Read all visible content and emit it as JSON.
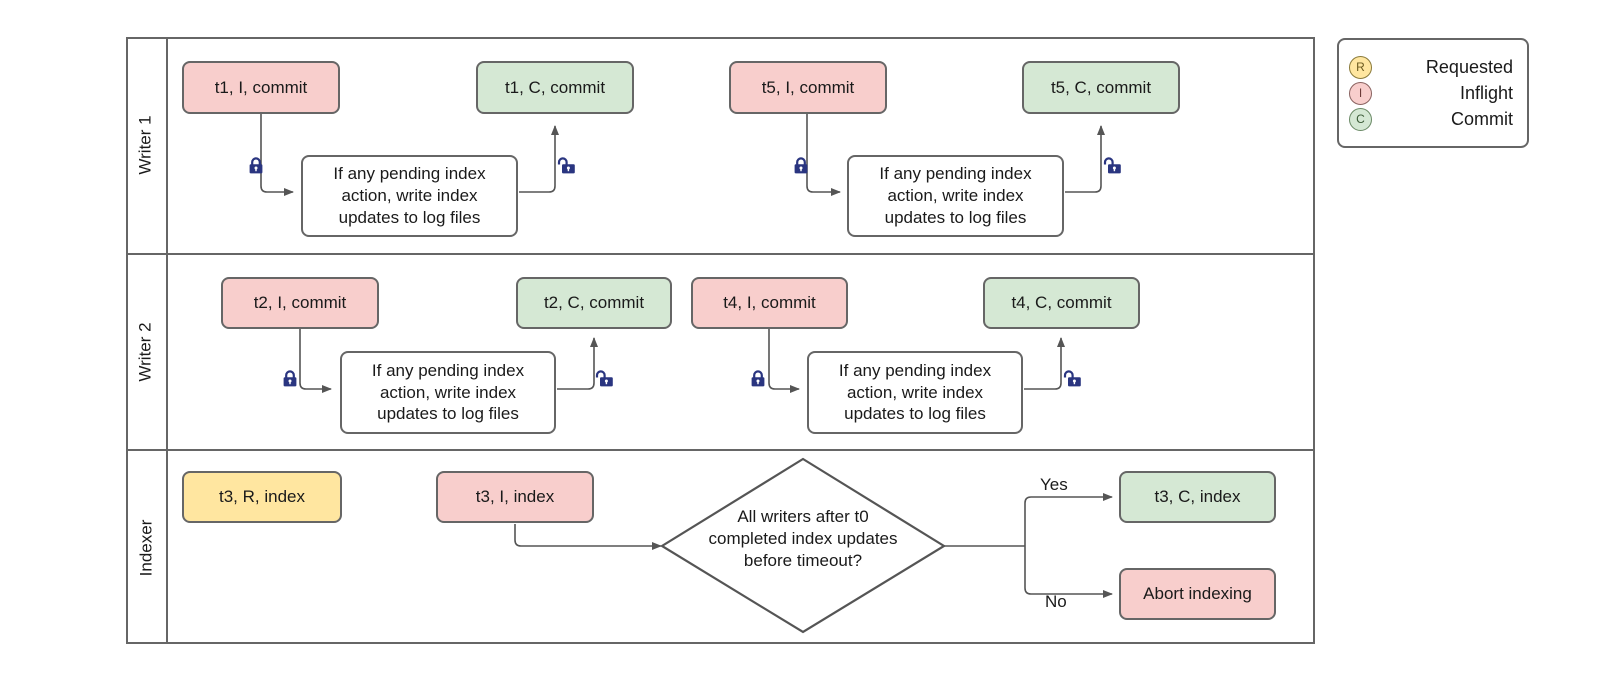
{
  "diagram": {
    "title": "Writer / Indexer concurrency swimlane",
    "colors": {
      "pink": "#f8cecc",
      "green": "#d5e8d4",
      "yellow": "#ffe6a0",
      "stroke": "#666666",
      "lock": "#2a3580",
      "text": "#1a1a1a"
    },
    "lanes": [
      {
        "id": "writer1",
        "label": "Writer 1"
      },
      {
        "id": "writer2",
        "label": "Writer 2"
      },
      {
        "id": "indexer",
        "label": "Indexer"
      }
    ],
    "writer1": {
      "t1_inflight": "t1, I, commit",
      "t1_commit": "t1, C, commit",
      "t1_process": "If any pending index action, write index updates to log files",
      "t5_inflight": "t5, I, commit",
      "t5_commit": "t5, C, commit",
      "t5_process": "If any pending index action, write index updates to log files",
      "lock_closed_1": "lock-closed-icon",
      "lock_open_1": "lock-open-icon",
      "lock_closed_2": "lock-closed-icon",
      "lock_open_2": "lock-open-icon"
    },
    "writer2": {
      "t2_inflight": "t2, I, commit",
      "t2_commit": "t2, C, commit",
      "t2_process": "If any pending index action, write index updates to log files",
      "t4_inflight": "t4, I, commit",
      "t4_commit": "t4, C, commit",
      "t4_process": "If any pending index action, write index updates to log files",
      "lock_closed_1": "lock-closed-icon",
      "lock_open_1": "lock-open-icon",
      "lock_closed_2": "lock-closed-icon",
      "lock_open_2": "lock-open-icon"
    },
    "indexer": {
      "t3_requested": "t3, R, index",
      "t3_inflight": "t3, I, index",
      "decision": "All writers after t0 completed index updates before timeout?",
      "decision_line1": "All writers after t0",
      "decision_line2": "completed index updates",
      "decision_line3": "before timeout?",
      "yes_label": "Yes",
      "no_label": "No",
      "t3_commit": "t3, C, index",
      "abort": "Abort indexing"
    },
    "legend": {
      "items": [
        {
          "badge": "R",
          "label": "Requested",
          "badge_name": "legend-badge-requested"
        },
        {
          "badge": "I",
          "label": "Inflight",
          "badge_name": "legend-badge-inflight"
        },
        {
          "badge": "C",
          "label": "Commit",
          "badge_name": "legend-badge-commit"
        }
      ]
    }
  }
}
